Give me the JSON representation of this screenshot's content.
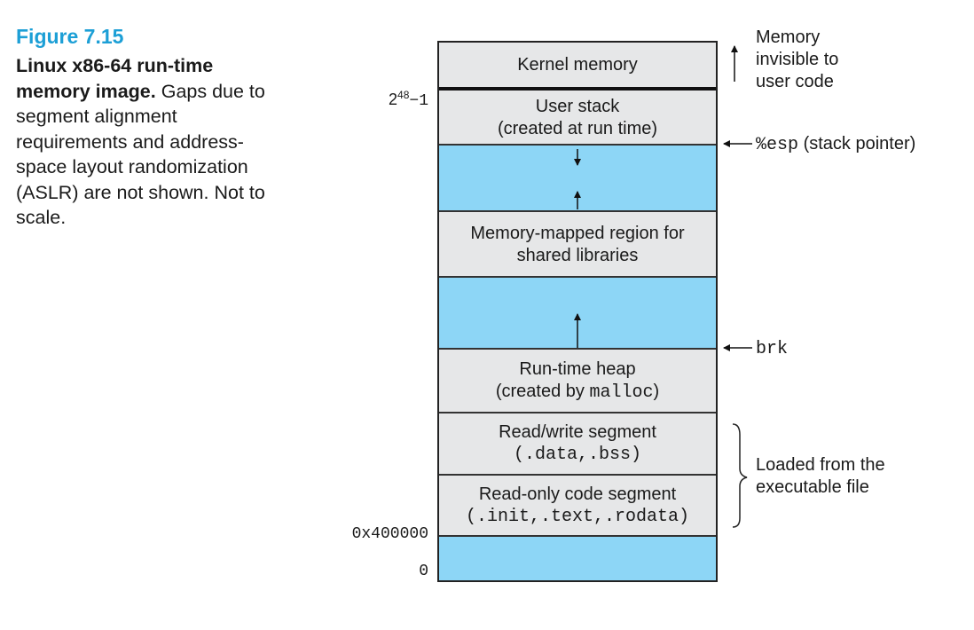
{
  "caption": {
    "figure_number": "Figure 7.15",
    "title": "Linux x86-64 run-time memory image.",
    "body": "Gaps due to segment alignment requirements and address-space layout randomization (ASLR) are not shown. Not to scale."
  },
  "segments": {
    "kernel": "Kernel memory",
    "user_stack_1": "User stack",
    "user_stack_2": "(created at run time)",
    "mmap_1": "Memory-mapped region for",
    "mmap_2": "shared libraries",
    "heap_1": "Run-time heap",
    "heap_2_prefix": "(created by ",
    "heap_2_code": "malloc",
    "heap_2_suffix": ")",
    "rw_1": "Read/write segment",
    "rw_2": "(.data,.bss)",
    "ro_1": "Read-only code segment",
    "ro_2": "(.init,.text,.rodata)"
  },
  "addresses": {
    "top_base": "2",
    "top_exp": "48",
    "top_tail": "−1",
    "text_start": "0x400000",
    "zero": "0"
  },
  "annotations": {
    "memory_invisible": [
      "Memory",
      "invisible to",
      "user code"
    ],
    "esp_code": "%esp",
    "esp_label": "(stack pointer)",
    "brk": "brk",
    "loaded_from": [
      "Loaded from the",
      "executable file"
    ]
  },
  "colors": {
    "figure_accent": "#1c9fd6",
    "segment_gray": "#e6e7e8",
    "segment_blue": "#8dd6f6"
  }
}
